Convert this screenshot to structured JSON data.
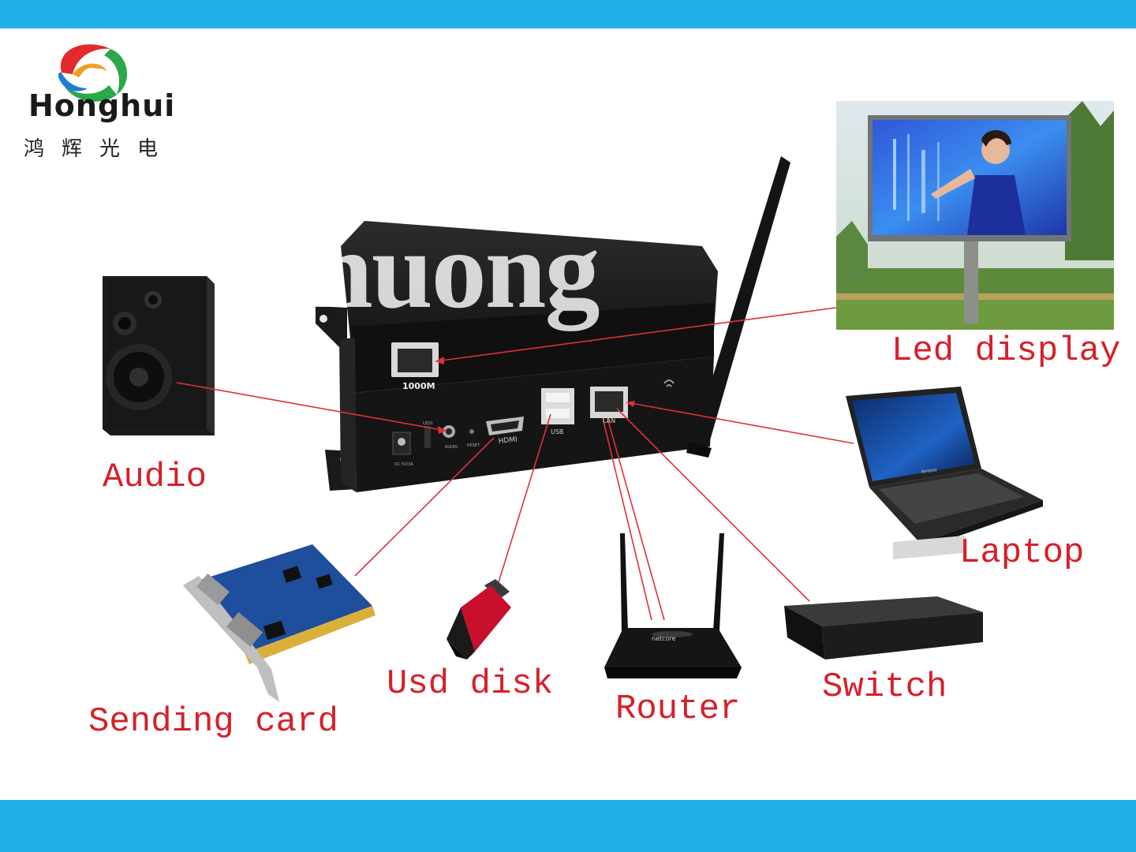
{
  "brand": {
    "name": "Honghui",
    "chinese": "鸿辉光电"
  },
  "watermark": "huong",
  "player": {
    "port_1000m": "1000M",
    "port_hdmi": "HDMI",
    "port_usb": "USB",
    "port_lan": "LAN",
    "port_audio": "AUDIO",
    "port_reset": "RESET",
    "port_led": "LED1",
    "port_dc": "DC 5V/3A"
  },
  "devices": {
    "led_display": "Led display",
    "audio": "Audio",
    "laptop": "Laptop",
    "sending_card": "Sending card",
    "usb_disk": "Usd disk",
    "router": "Router",
    "switch": "Switch"
  },
  "product_marks": {
    "laptop_brand": "lenovo",
    "router_brand": "netcore"
  },
  "colors": {
    "band": "#22b0ea",
    "label": "#d6202a",
    "connector": "#e0303a"
  }
}
